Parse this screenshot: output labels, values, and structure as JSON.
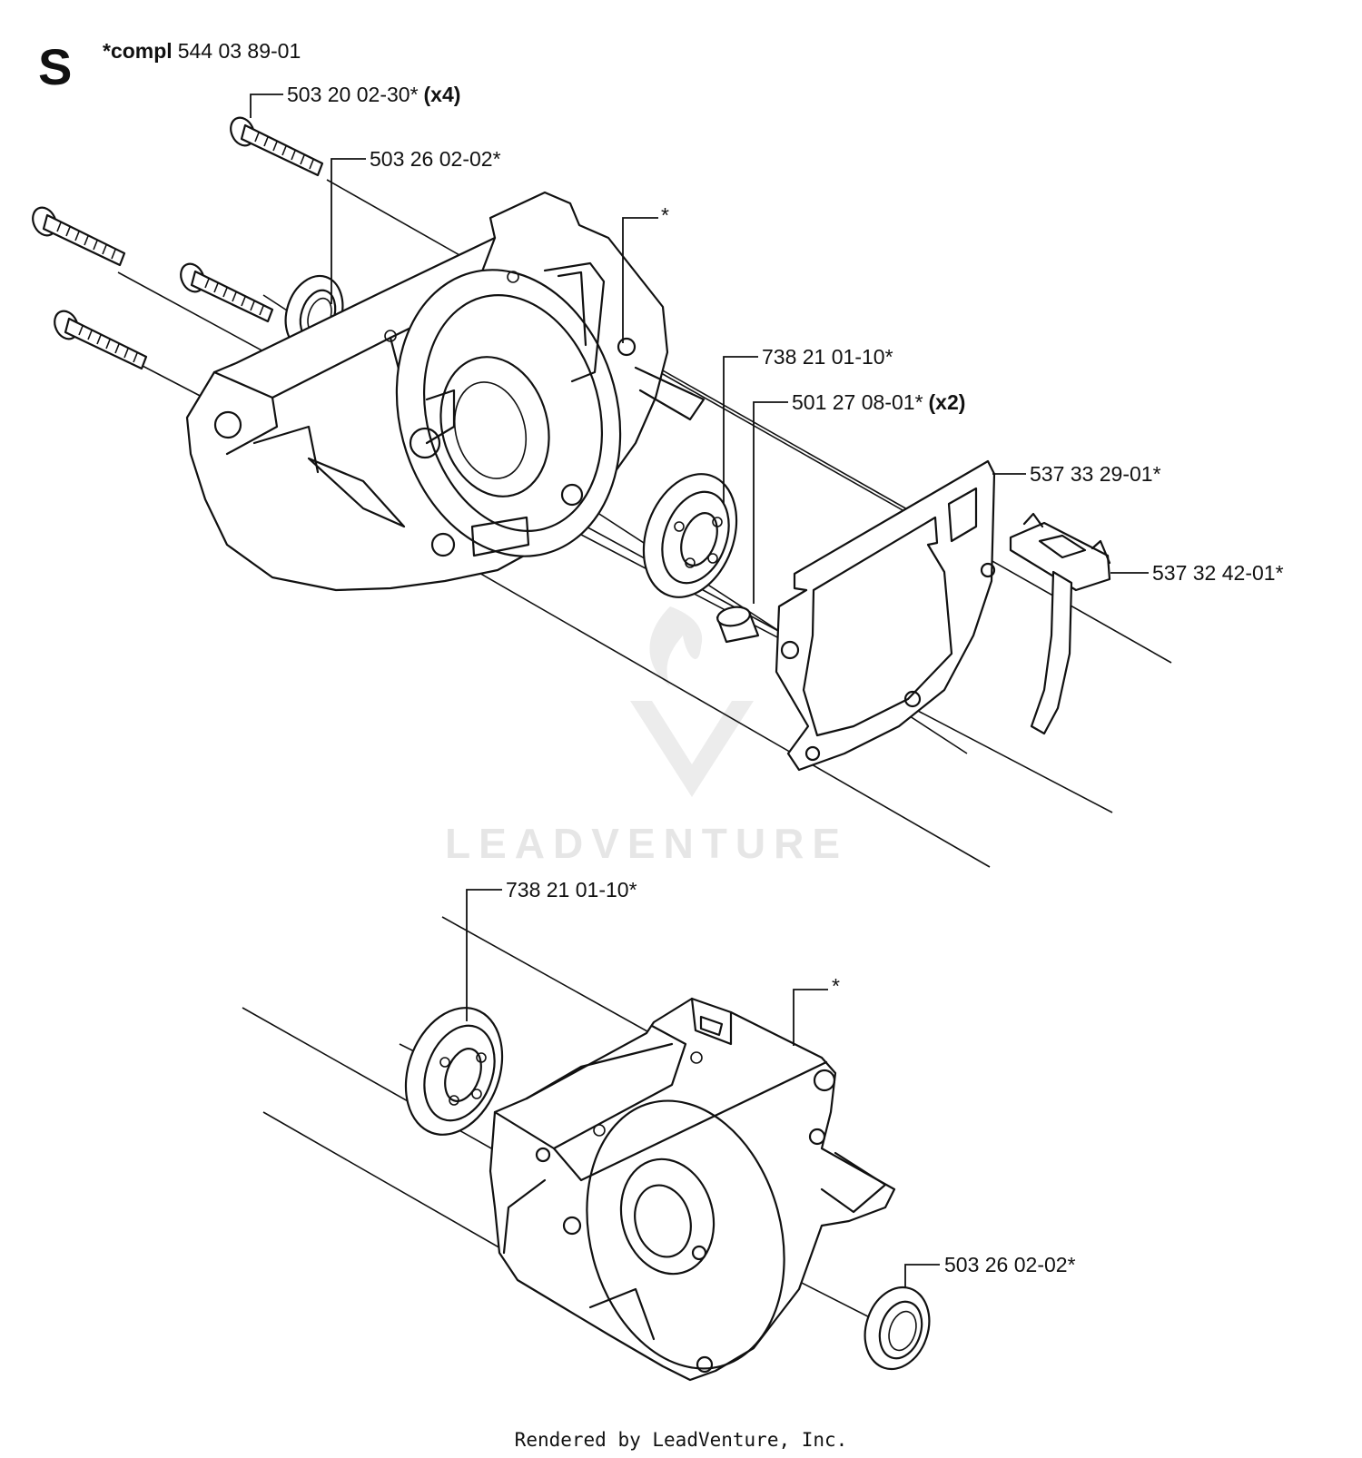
{
  "section": {
    "letter": "S",
    "compl_prefix": "*compl",
    "compl_number": "544 03 89-01"
  },
  "labels": {
    "screws": {
      "part": "503 20 02-30*",
      "qty": "(x4)"
    },
    "seal_top": {
      "part": "503 26 02-02*"
    },
    "star_top": {
      "part": "*"
    },
    "bearing_top": {
      "part": "738 21 01-10*"
    },
    "pins": {
      "part": "501 27 08-01*",
      "qty": "(x2)"
    },
    "gasket": {
      "part": "537 33 29-01*"
    },
    "guide": {
      "part": "537 32 42-01*"
    },
    "bearing_bottom": {
      "part": "738 21 01-10*"
    },
    "star_bottom": {
      "part": "*"
    },
    "seal_bottom": {
      "part": "503 26 02-02*"
    }
  },
  "watermark": "LEADVENTURE",
  "footer": "Rendered by LeadVenture, Inc."
}
